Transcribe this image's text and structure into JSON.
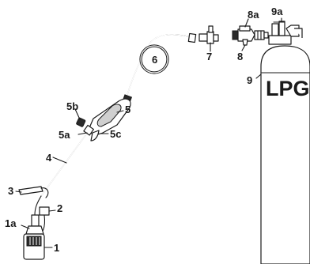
{
  "labels": {
    "burner": "1",
    "burner_sub": "1a",
    "valve": "2",
    "stand": "3",
    "shaft": "4",
    "handle": "5",
    "handle_a": "5a",
    "handle_b": "5b",
    "handle_c": "5c",
    "hose": "6",
    "connector": "7",
    "regulator": "8",
    "regulator_sub": "8a",
    "cylinder": "9",
    "cylinder_sub": "9a"
  },
  "cylinder_text": "LPG"
}
